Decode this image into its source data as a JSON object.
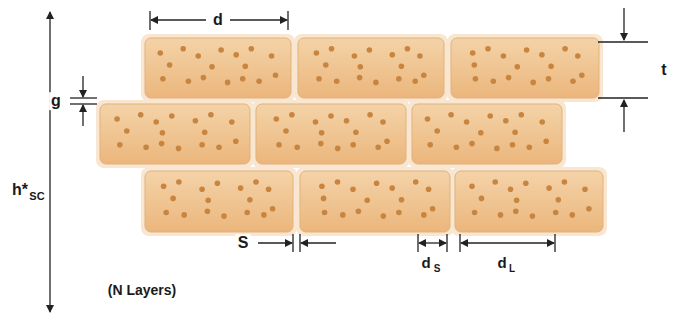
{
  "diagram": {
    "labels": [
      "d",
      "t",
      "g",
      "h*",
      "SC",
      "S",
      "d",
      "S",
      "d",
      "L",
      "(N Layers)"
    ]
  }
}
